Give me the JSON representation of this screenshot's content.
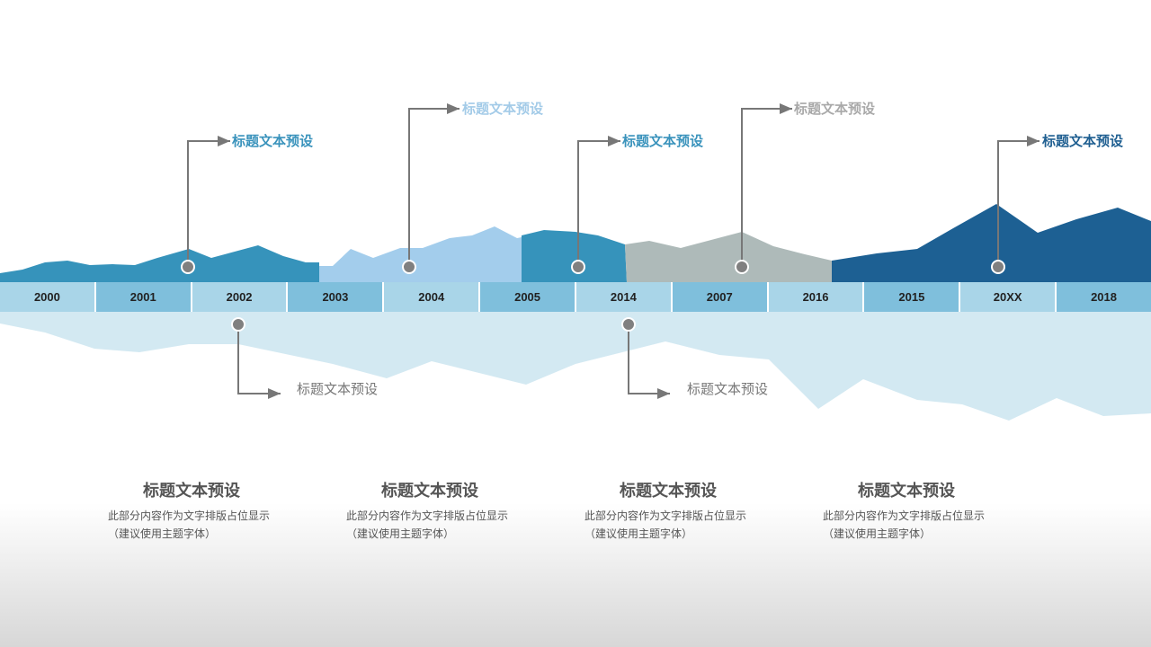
{
  "timeline": {
    "years": [
      "2000",
      "2001",
      "2002",
      "2003",
      "2004",
      "2005",
      "2014",
      "2007",
      "2016",
      "2015",
      "20XX",
      "2018"
    ]
  },
  "callouts": [
    {
      "label": "标题文本预设",
      "color": "#3a93bc"
    },
    {
      "label": "标题文本预设",
      "color": "#a3cbe8"
    },
    {
      "label": "标题文本预设",
      "color": "#3a93bc"
    },
    {
      "label": "标题文本预设",
      "color": "#a9a9a9"
    },
    {
      "label": "标题文本预设",
      "color": "#1f5f91"
    },
    {
      "label": "标题文本预设",
      "color": "#777777"
    },
    {
      "label": "标题文本预设",
      "color": "#777777"
    }
  ],
  "blocks": [
    {
      "title": "标题文本预设",
      "line1": "此部分内容作为文字排版占位显示",
      "line2": "（建议使用主题字体）"
    },
    {
      "title": "标题文本预设",
      "line1": "此部分内容作为文字排版占位显示",
      "line2": "（建议使用主题字体）"
    },
    {
      "title": "标题文本预设",
      "line1": "此部分内容作为文字排版占位显示",
      "line2": "（建议使用主题字体）"
    },
    {
      "title": "标题文本预设",
      "line1": "此部分内容作为文字排版占位显示",
      "line2": "（建议使用主题字体）"
    }
  ]
}
